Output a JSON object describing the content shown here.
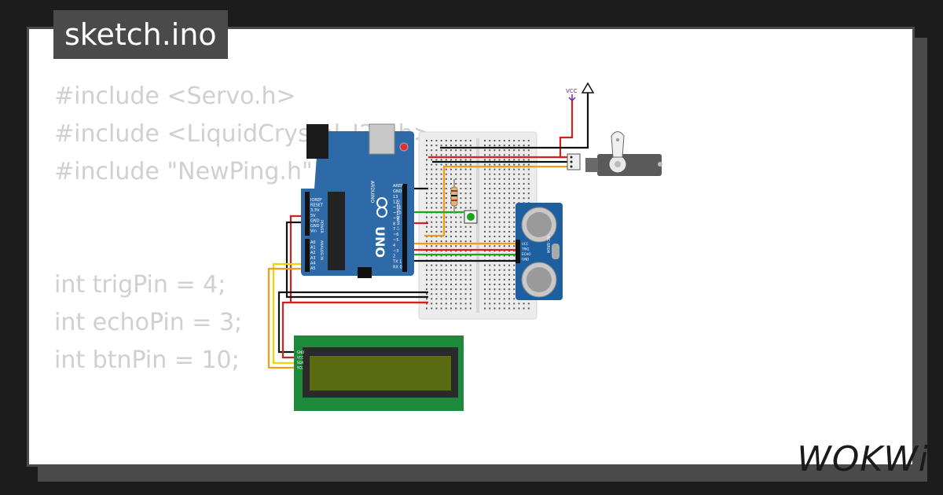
{
  "title": "sketch.ino",
  "code_lines": [
    "#include <Servo.h>",
    "#include <LiquidCrystal_I2C.h>",
    "#include \"NewPing.h\"",
    "",
    "",
    "int trigPin = 4;",
    "int echoPin = 3;",
    "int btnPin = 10;"
  ],
  "brand": "WOKWi",
  "colors": {
    "background": "#1c1c1c",
    "card": "#ffffff",
    "tab": "#4a4a4a",
    "code_text": "#d0d0d0",
    "arduino_board": "#2f6aa8",
    "lcd_frame": "#1c8a3a",
    "lcd_screen": "#5b6b12",
    "sensor_board": "#1e5fa0",
    "wire_red": "#d62020",
    "wire_black": "#111111",
    "wire_orange": "#f29a1a",
    "wire_yellow": "#f2d400",
    "wire_green": "#1ea51e"
  },
  "components": {
    "arduino": {
      "model": "UNO",
      "label": "ARDUINO",
      "power_pins": [
        "IOREF",
        "RESET",
        "3.3V",
        "5V",
        "GND",
        "GND",
        "Vin"
      ],
      "analog_pins": [
        "A0",
        "A1",
        "A2",
        "A3",
        "A4",
        "A5"
      ],
      "digital_pins": [
        "AREF",
        "GND",
        "13",
        "12",
        "~11",
        "~10",
        "~9",
        "8",
        "7",
        "~6",
        "~5",
        "4",
        "~3",
        "2",
        "TX 1",
        "RX 0"
      ],
      "section_power": "POWER",
      "section_analog": "ANALOG IN",
      "section_digital": "DIGITAL (PWM ~)"
    },
    "vcc_label": "VCC",
    "sensor": {
      "model": "HC-SR04",
      "pins": [
        "VCC",
        "TRIG",
        "ECHO",
        "GND"
      ]
    },
    "lcd_pins": [
      "GND",
      "VCC",
      "SDA",
      "SCL"
    ]
  }
}
